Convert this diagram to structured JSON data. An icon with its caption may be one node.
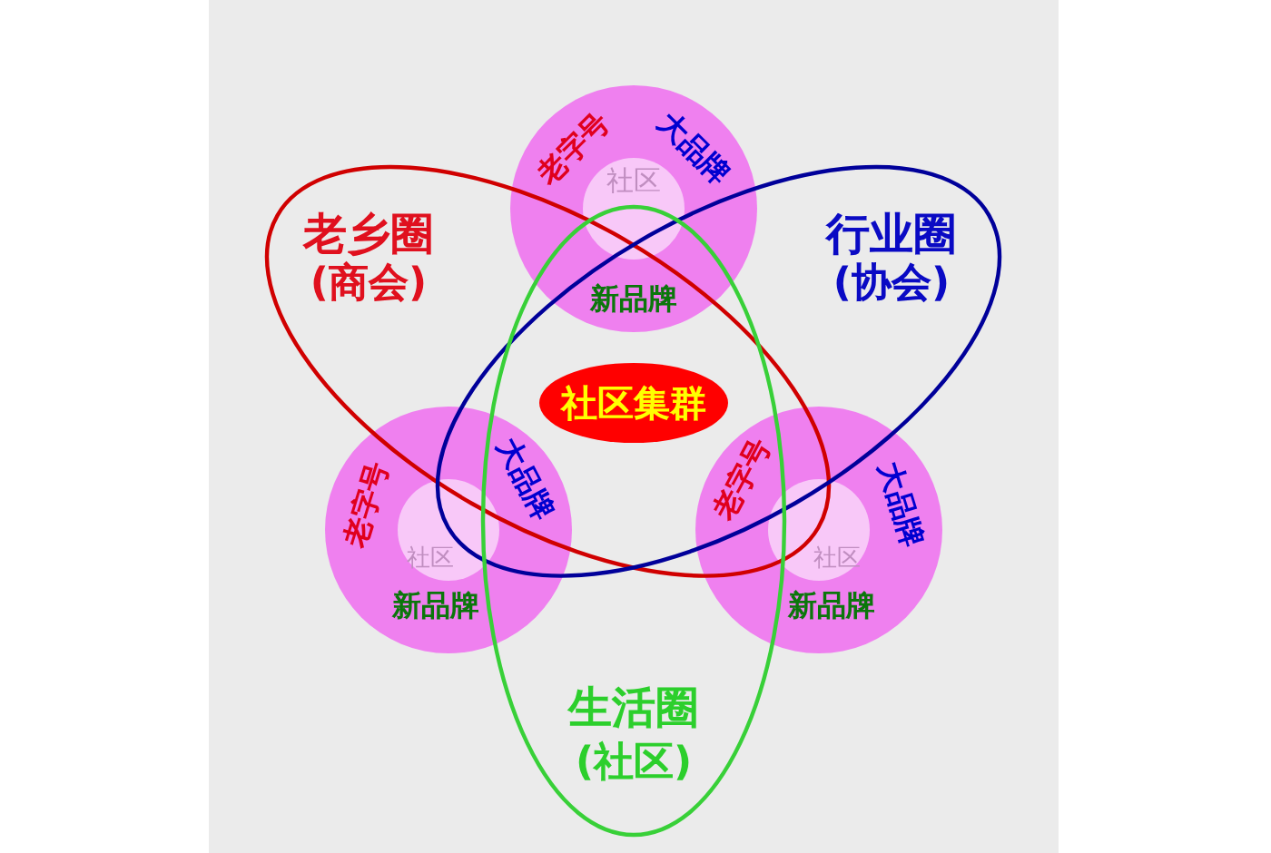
{
  "diagram": {
    "nodes": [
      {
        "text": [
          "老字号",
          "大品牌",
          "新品牌"
        ]
      },
      {
        "text": [
          "社区"
        ],
        "in": 0
      },
      {
        "text": [
          "老乡圈",
          "(商会)"
        ]
      },
      {
        "text": [
          "行业圈",
          "(协会)"
        ]
      },
      {
        "text": [
          "社区集群"
        ]
      },
      {
        "text": [
          "老字号",
          "大品牌",
          "新品牌"
        ]
      },
      {
        "text": [
          "社区"
        ],
        "in": 5
      },
      {
        "text": [
          "老字号",
          "大品牌",
          "新品牌"
        ]
      },
      {
        "text": [
          "社区"
        ],
        "in": 7
      },
      {
        "text": [
          "生活圈",
          "(社区)"
        ]
      }
    ]
  }
}
